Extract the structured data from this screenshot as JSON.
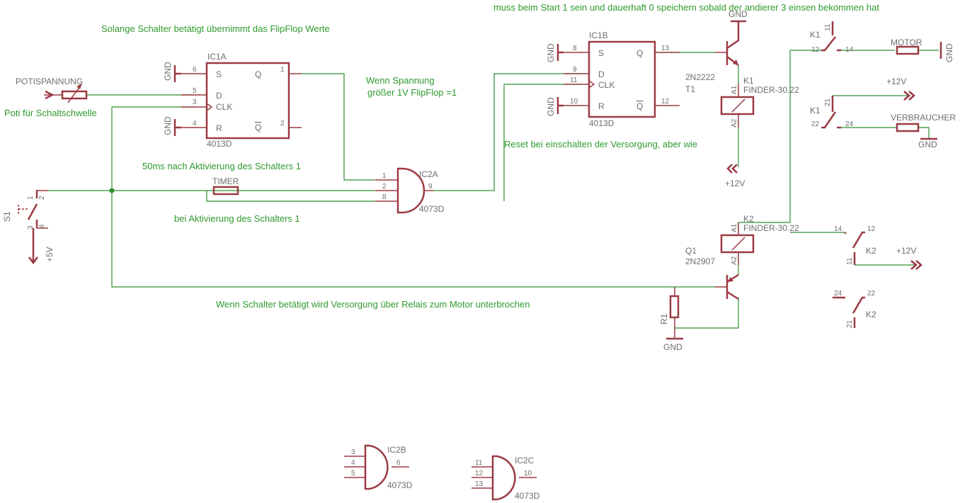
{
  "notes": {
    "top_right": "muss beim Start 1 sein und dauerhaft 0 speichern sobald der andierer 3 einsen bekommen hat",
    "flipflop_values": "Solange Schalter betätigt übernimmt das FlipFlop Werte",
    "voltage_line1": "Wenn Spannung",
    "voltage_line2": "größer 1V FlipFlop =1",
    "reset": "Reset bei einschalten der Versorgung, aber wie",
    "timer_delay": "50ms nach Aktivierung des Schalters 1",
    "switch_activation": "bei Aktivierung des Schalters 1",
    "motor_interrupt": "Wenn Schalter betätigt wird Versorgung über Relais zum Motor unterbrochen",
    "poti_threshold": "Poti für Schaltschwelle"
  },
  "parts": {
    "ic1a": {
      "name": "IC1A",
      "value": "4013D",
      "pins": [
        "S",
        "D",
        "CLK",
        "R",
        "Q",
        "Q"
      ],
      "pin_numbers": [
        "6",
        "5",
        "3",
        "4",
        "1",
        "2"
      ]
    },
    "ic1b": {
      "name": "IC1B",
      "value": "4013D",
      "pins": [
        "S",
        "D",
        "CLK",
        "R",
        "Q",
        "Q"
      ],
      "pin_numbers": [
        "8",
        "9",
        "11",
        "10",
        "13",
        "12"
      ]
    },
    "ic2a": {
      "name": "IC2A",
      "value": "4073D",
      "pin_numbers": [
        "1",
        "2",
        "8",
        "9"
      ]
    },
    "ic2b": {
      "name": "IC2B",
      "value": "4073D",
      "pin_numbers": [
        "3",
        "4",
        "5",
        "6"
      ]
    },
    "ic2c": {
      "name": "IC2C",
      "value": "4073D",
      "pin_numbers": [
        "11",
        "12",
        "13",
        "10"
      ]
    },
    "t1": {
      "value": "2N2222",
      "name": "T1"
    },
    "q1": {
      "name": "Q1",
      "value": "2N2907"
    },
    "k1_coil": {
      "name": "K1",
      "value": "FINDER-30.22",
      "pin_a1": "A1",
      "pin_a2": "A2"
    },
    "k2_coil": {
      "name": "K2",
      "value": "FINDER-30.22",
      "pin_a1": "A1",
      "pin_a2": "A2"
    },
    "k1_contact1": {
      "name": "K1",
      "pins": [
        "11",
        "12",
        "14"
      ]
    },
    "k1_contact2": {
      "name": "K1",
      "pins": [
        "21",
        "22",
        "24"
      ]
    },
    "k2_contact1": {
      "name": "K2",
      "pins": [
        "14",
        "12",
        "11"
      ]
    },
    "k2_contact2": {
      "name": "K2",
      "pins": [
        "24",
        "22",
        "21"
      ]
    },
    "r1": {
      "name": "R1"
    },
    "s1": {
      "name": "S1",
      "pins": [
        "1",
        "2",
        "3",
        "4"
      ]
    },
    "timer": {
      "name": "TIMER"
    },
    "motor": {
      "name": "MOTOR"
    },
    "verbraucher": {
      "name": "VERBRAUCHER"
    },
    "poti": {
      "name": "POTISPANNUNG"
    }
  },
  "supplies": {
    "gnd": "GND",
    "plus12v": "+12V",
    "plus5v": "+5V"
  },
  "colors": {
    "wire": "#2f8f2f",
    "part": "#9b3a42",
    "label": "#6e6e6e",
    "note": "#2f9a2f"
  }
}
